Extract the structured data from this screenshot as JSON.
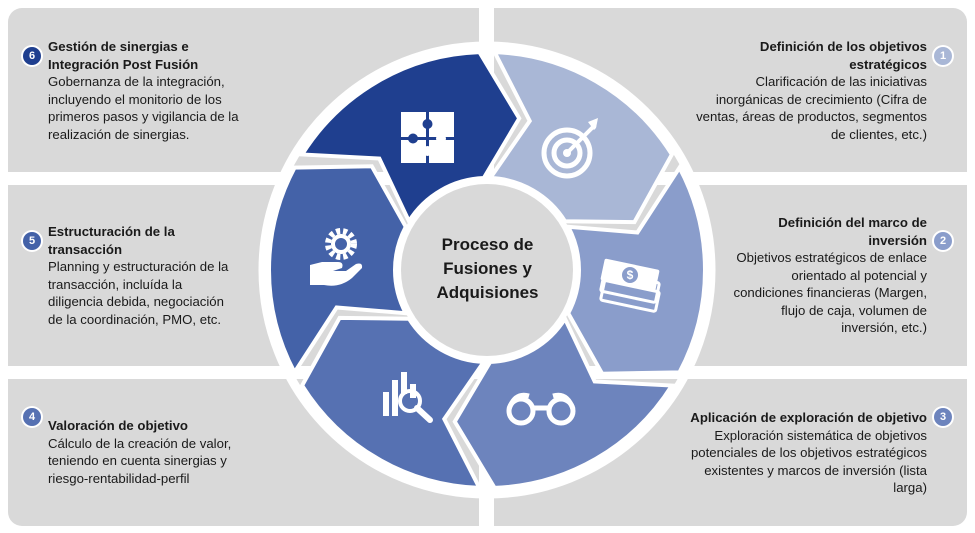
{
  "center": {
    "line1": "Proceso de",
    "line2": "Fusiones y",
    "line3": "Adquisiones"
  },
  "steps": [
    {
      "num": "1",
      "title1": "Definición de los objetivos",
      "title2": "estratégicos",
      "desc": [
        "Clarificación de las iniciativas",
        "inorgánicas de crecimiento (Cifra de",
        "ventas, áreas de productos, segmentos",
        "de clientes, etc.)"
      ],
      "color": "#a9b7d6",
      "icon": "target-icon"
    },
    {
      "num": "2",
      "title1": "Definición del marco de",
      "title2": "inversión",
      "desc": [
        "Objetivos estratégicos de enlace",
        "orientado al potencial y",
        "condiciones financieras (Margen,",
        "flujo de caja, volumen de",
        "inversión, etc.)"
      ],
      "color": "#8a9dcb",
      "icon": "money-stack-icon"
    },
    {
      "num": "3",
      "title1": "Aplicación de exploración de objetivo",
      "title2": "",
      "desc": [
        "Exploración sistemática de objetivos",
        "potenciales de los objetivos estratégicos",
        "existentes y marcos de inversión (lista",
        "larga)"
      ],
      "color": "#6d84bd",
      "icon": "binoculars-icon"
    },
    {
      "num": "4",
      "title1": "Valoración de objetivo",
      "title2": "",
      "desc": [
        "Cálculo de la creación de valor,",
        "teniendo en cuenta sinergias y",
        "riesgo-rentabilidad-perfil"
      ],
      "color": "#5671b2",
      "icon": "chart-magnifier-icon"
    },
    {
      "num": "5",
      "title1": "Estructuración de la",
      "title2": "transacción",
      "desc": [
        "Planning y estructuración de la",
        "transacción, incluída la",
        "diligencia debida, negociación",
        "de la coordinación, PMO, etc."
      ],
      "color": "#4462a8",
      "icon": "gear-hand-icon"
    },
    {
      "num": "6",
      "title1": "Gestión de sinergias e",
      "title2": "Integración Post Fusión",
      "desc": [
        "Gobernanza de la integración,",
        "incluyendo el monitorio de los",
        "primeros pasos y vigilancia de la",
        "realización de sinergias."
      ],
      "color": "#1f3f8f",
      "icon": "puzzle-icon"
    }
  ]
}
